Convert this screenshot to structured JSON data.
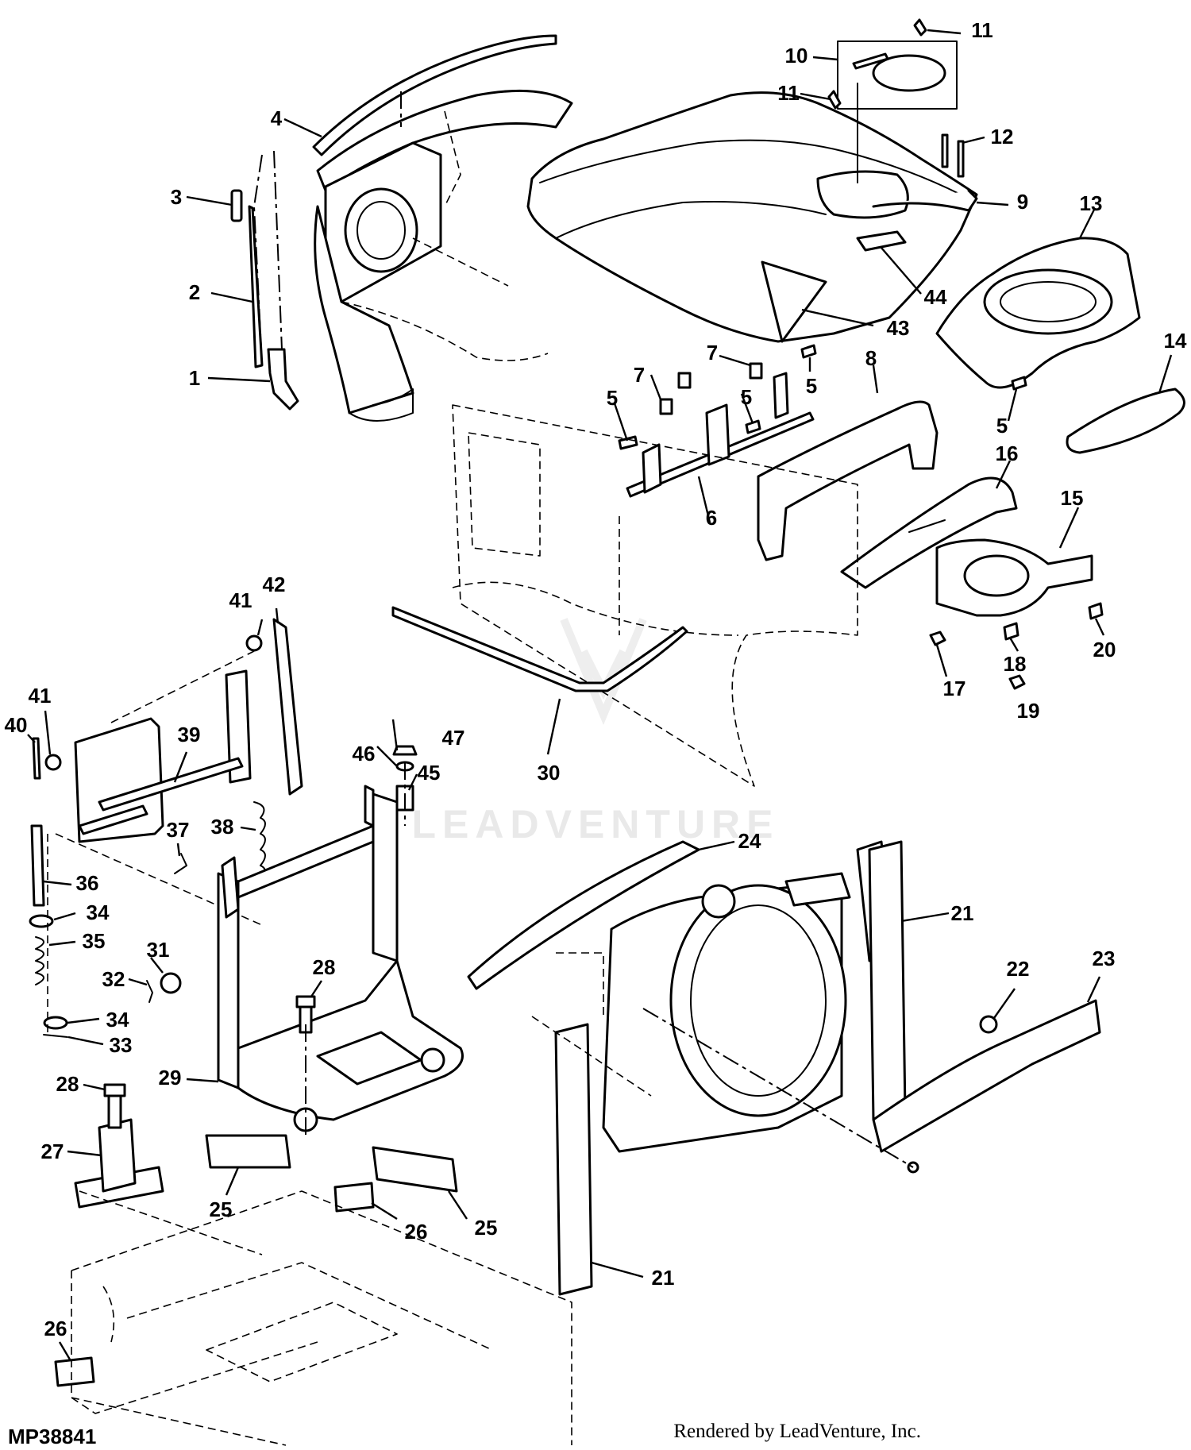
{
  "figure_id": "MP38841",
  "credit": "Rendered by LeadVenture, Inc.",
  "watermark": "LEADVENTURE",
  "callouts": [
    "1",
    "2",
    "3",
    "4",
    "5",
    "6",
    "7",
    "8",
    "9",
    "10",
    "11",
    "12",
    "13",
    "14",
    "15",
    "16",
    "17",
    "18",
    "19",
    "20",
    "21",
    "22",
    "23",
    "24",
    "25",
    "26",
    "27",
    "28",
    "29",
    "30",
    "31",
    "32",
    "33",
    "34",
    "35",
    "36",
    "37",
    "38",
    "39",
    "40",
    "41",
    "42",
    "43",
    "44",
    "45",
    "46",
    "47"
  ]
}
